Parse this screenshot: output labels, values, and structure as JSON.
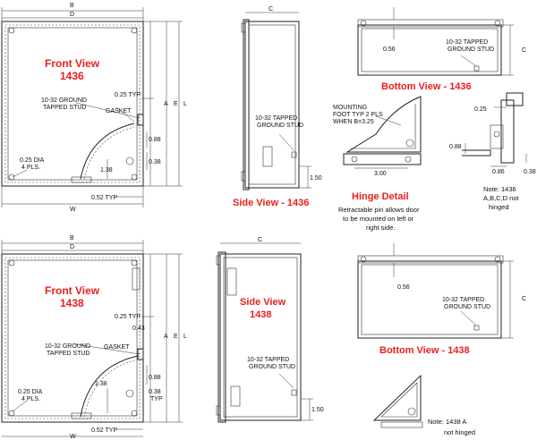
{
  "labels": {
    "B": "B",
    "D": "D",
    "A": "A",
    "E": "E",
    "L": "L",
    "W": "W",
    "C": "C",
    "front_1436_l1": "Front View",
    "front_1436_l2": "1436",
    "front_1438_l1": "Front View",
    "front_1438_l2": "1438",
    "side_1436": "Side View - 1436",
    "side_1438_l1": "Side View",
    "side_1438_l2": "1438",
    "bottom_1436": "Bottom View - 1436",
    "bottom_1438": "Bottom View - 1438",
    "hinge_detail": "Hinge Detail",
    "hinge_note_l1": "Retractable pin allows door",
    "hinge_note_l2": "to be mounted on left or",
    "hinge_note_l3": "right side.",
    "mount_l1": "MOUNTING",
    "mount_l2": "FOOT TYP 2 PLS",
    "mount_l3": "WHEN B=3.25",
    "ground_stud_l1": "10-32 GROUND",
    "ground_stud_l2": "TAPPED STUD",
    "tapped_l1": "10-32 TAPPED",
    "tapped_l2": "GROUND STUD",
    "gasket": "GASKET",
    "dia_l1": "0.25 DIA",
    "dia_l2": "4 PLS.",
    "typ_025": "0.25 TYP",
    "typ_052": "0.52 TYP",
    "d088": "0.88",
    "d038": "0.38",
    "d138": "1.38",
    "d043": "0.43",
    "d038typ_l1": "0.38",
    "d038typ_l2": "TYP",
    "d150": "1.50",
    "d056": "0.56",
    "d300": "3.00",
    "d025": "0.25",
    "d086": "0.86",
    "note_1436_l1": "Note: 1436",
    "note_1436_l2": "A,B,C,D not",
    "note_1436_l3": "hinged",
    "note_1438_l1": "Note:  1438 A",
    "note_1438_l2": "not hinged"
  },
  "colors": {
    "accent": "#e8201e",
    "line": "#222222"
  }
}
